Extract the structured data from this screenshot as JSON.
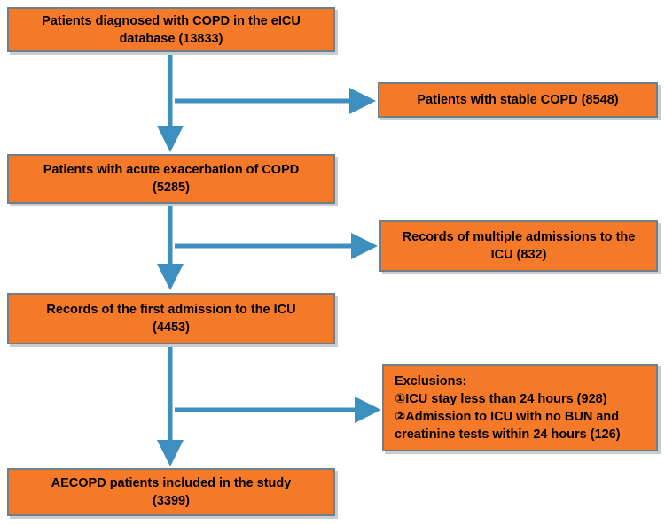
{
  "boxes": {
    "b1": {
      "line1": "Patients diagnosed with COPD in the eICU",
      "line2": "database  (13833)"
    },
    "b2": {
      "line1": "Patients with stable COPD  (8548)"
    },
    "b3": {
      "line1": "Patients with acute exacerbation of COPD",
      "line2": "(5285)"
    },
    "b4": {
      "line1": "Records of multiple admissions to the",
      "line2": "ICU  (832)"
    },
    "b5": {
      "line1": "Records of the first admission to the ICU",
      "line2": "(4453)"
    },
    "b6": {
      "line1": "Exclusions:",
      "line2": "①ICU stay less than 24 hours (928)",
      "line3": "②Admission to ICU with no BUN and",
      "line4": "creatinine tests within 24 hours (126)"
    },
    "b7": {
      "line1": "AECOPD patients included in the study",
      "line2": "(3399)"
    }
  },
  "colors": {
    "box_fill": "#f47a2a",
    "box_border": "#6e7f8a",
    "arrow": "#3d8fbf"
  }
}
